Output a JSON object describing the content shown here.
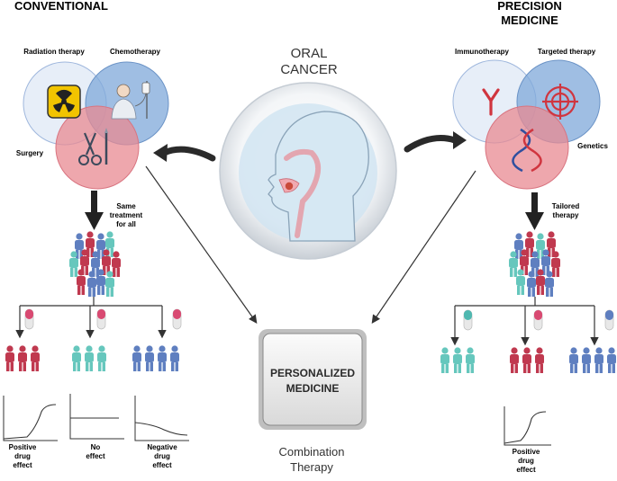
{
  "headers": {
    "conventional": "CONVENTIONAL",
    "precision_line1": "PRECISION",
    "precision_line2": "MEDICINE",
    "center_line1": "ORAL",
    "center_line2": "CANCER"
  },
  "conventional": {
    "circles": {
      "radiation": "Radiation therapy",
      "chemo": "Chemotherapy",
      "surgery": "Surgery"
    },
    "note": [
      "Same",
      "treatment",
      "for all"
    ],
    "outcomes": [
      {
        "label": [
          "Positive",
          "drug",
          "effect"
        ],
        "curve": "rising"
      },
      {
        "label": [
          "No",
          "effect"
        ],
        "curve": "flat"
      },
      {
        "label": [
          "Negative",
          "drug",
          "effect"
        ],
        "curve": "falling"
      }
    ]
  },
  "precision": {
    "circles": {
      "immuno": "Immunotherapy",
      "targeted": "Targeted therapy",
      "genetics": "Genetics"
    },
    "note": [
      "Tailored",
      "therapy"
    ],
    "outcome": {
      "label": [
        "Positive",
        "drug",
        "effect"
      ],
      "curve": "rising"
    }
  },
  "center_box": {
    "line1": "PERSONALIZED",
    "line2": "MEDICINE",
    "caption_line1": "Combination",
    "caption_line2": "Therapy"
  },
  "colors": {
    "red_circle": "#e88a92",
    "blue_circle": "#7fa8d9",
    "light_circle": "#dbe6f5",
    "crimson_person": "#c0394f",
    "teal_person": "#66c7bd",
    "blue_person": "#5f7fc0",
    "arrow": "#2a2a2a"
  }
}
